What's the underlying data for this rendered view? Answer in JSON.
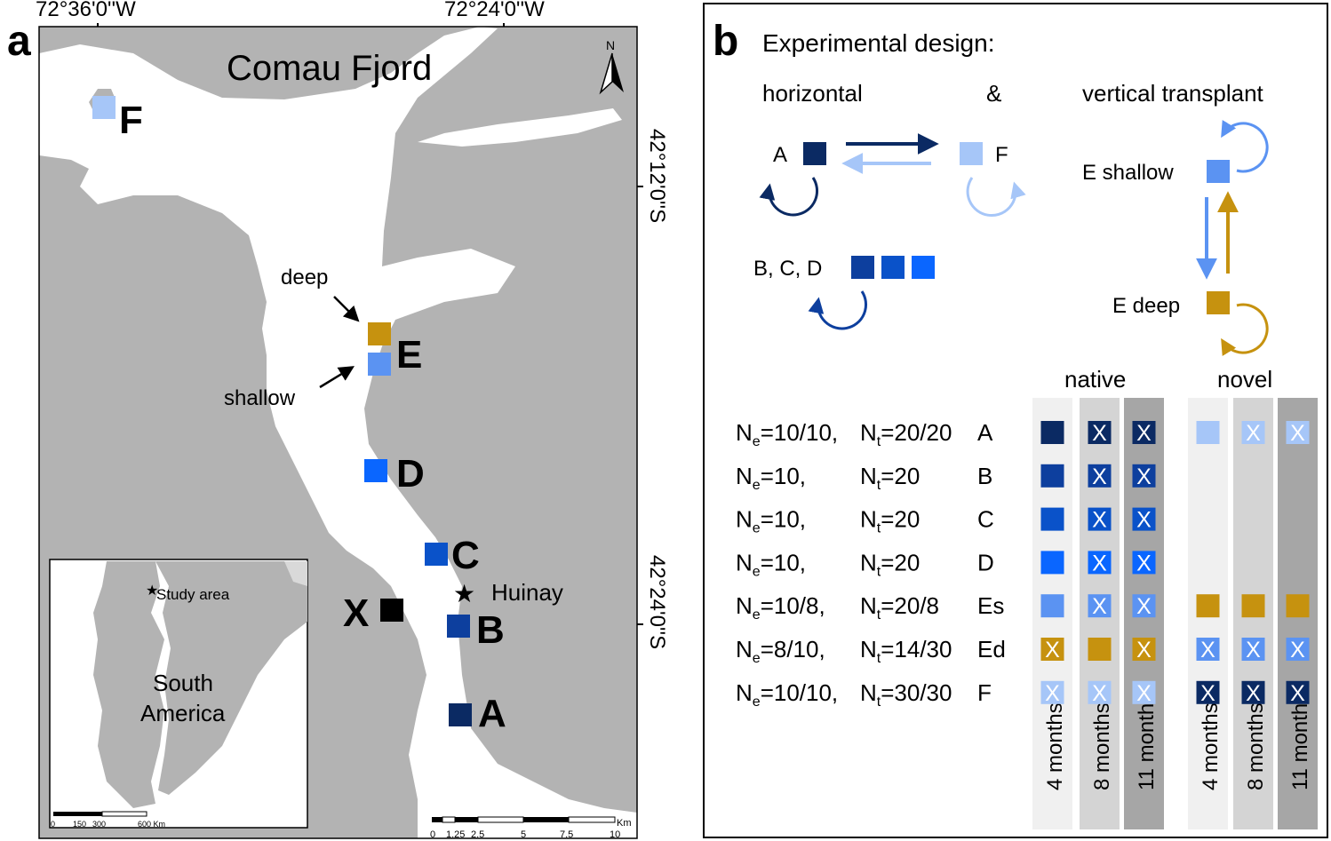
{
  "colors": {
    "A": "#0b2a63",
    "B": "#0d3f9e",
    "C": "#0a52c9",
    "D": "#0a66ff",
    "Es": "#5b93f2",
    "Ed": "#c6920f",
    "F": "#a6c6f8",
    "X": "#000000",
    "land": "#b3b3b3",
    "water": "#ffffff"
  },
  "panel_a": {
    "label": "a",
    "coords": {
      "lon_left": "72°36'0''W",
      "lon_right": "72°24'0''W",
      "lat_top": "42°12'0''S",
      "lat_bottom": "42°24'0''S"
    },
    "fjord_name": "Comau Fjord",
    "north_label": "N",
    "sites": [
      {
        "id": "F",
        "label": "F",
        "color_key": "F"
      },
      {
        "id": "Ed",
        "label": "",
        "color_key": "Ed"
      },
      {
        "id": "Es",
        "label": "E",
        "color_key": "Es"
      },
      {
        "id": "D",
        "label": "D",
        "color_key": "D"
      },
      {
        "id": "C",
        "label": "C",
        "color_key": "C"
      },
      {
        "id": "X",
        "label": "X",
        "color_key": "X"
      },
      {
        "id": "B",
        "label": "B",
        "color_key": "B"
      },
      {
        "id": "A",
        "label": "A",
        "color_key": "A"
      }
    ],
    "depth_labels": {
      "deep": "deep",
      "shallow": "shallow"
    },
    "station": "Huinay",
    "inset": {
      "study_area": "Study area",
      "continent_line1": "South",
      "continent_line2": "America",
      "scale_labels": [
        "0",
        "150",
        "300",
        "600 Km"
      ]
    },
    "scale": {
      "unit": "Km",
      "labels": [
        "0",
        "1.25",
        "2.5",
        "5",
        "7.5",
        "10"
      ]
    }
  },
  "panel_b": {
    "label": "b",
    "title": "Experimental design:",
    "horizontal": "horizontal",
    "amp": "&",
    "vertical": "vertical transplant",
    "diagram": {
      "A": "A",
      "F": "F",
      "BCD": "B, C, D",
      "E_shallow": "E shallow",
      "E_deep": "E deep"
    },
    "group_native": "native",
    "group_novel": "novel",
    "columns": [
      "4 months",
      "8 months",
      "11 months",
      "4 months",
      "8 months",
      "11 months"
    ],
    "mark_x": "X",
    "rows": [
      {
        "ne": "10/10,",
        "nt": "20/20",
        "site": "A",
        "native_color": "A",
        "native": [
          "sq",
          "x",
          "x"
        ],
        "novel_color": "F",
        "novel": [
          "sq",
          "x",
          "x"
        ]
      },
      {
        "ne": "10,",
        "nt": "20",
        "site": "B",
        "native_color": "B",
        "native": [
          "sq",
          "x",
          "x"
        ],
        "novel_color": "",
        "novel": []
      },
      {
        "ne": "10,",
        "nt": "20",
        "site": "C",
        "native_color": "C",
        "native": [
          "sq",
          "x",
          "x"
        ],
        "novel_color": "",
        "novel": []
      },
      {
        "ne": "10,",
        "nt": "20",
        "site": "D",
        "native_color": "D",
        "native": [
          "sq",
          "x",
          "x"
        ],
        "novel_color": "",
        "novel": []
      },
      {
        "ne": "10/8,",
        "nt": "20/8",
        "site": "Es",
        "native_color": "Es",
        "native": [
          "sq",
          "x",
          "x"
        ],
        "novel_color": "Ed",
        "novel": [
          "sq",
          "sq",
          "sq"
        ]
      },
      {
        "ne": "8/10,",
        "nt": "14/30",
        "site": "Ed",
        "native_color": "Ed",
        "native": [
          "x",
          "sq",
          "x"
        ],
        "novel_color": "Es",
        "novel": [
          "x",
          "x",
          "x"
        ]
      },
      {
        "ne": "10/10,",
        "nt": "30/30",
        "site": "F",
        "native_color": "F",
        "native": [
          "x",
          "x",
          "x"
        ],
        "novel_color": "A",
        "novel": [
          "x",
          "x",
          "x"
        ]
      }
    ]
  }
}
